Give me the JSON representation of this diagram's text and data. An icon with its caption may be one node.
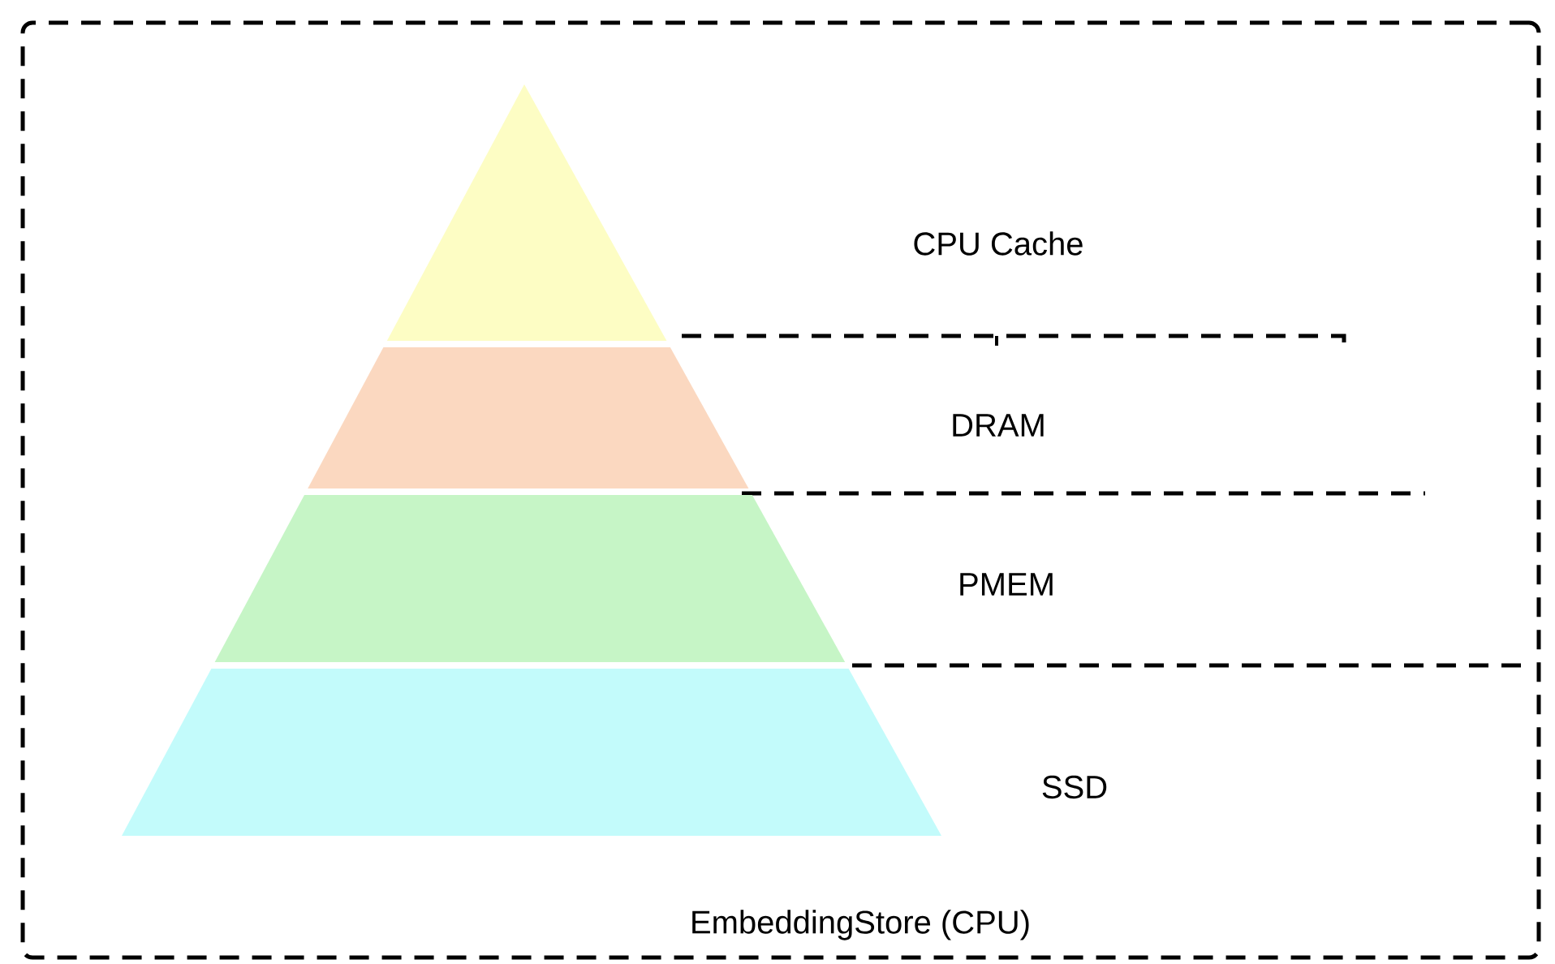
{
  "diagram": {
    "nodes": [
      {
        "text": [
          "EmbeddingStore (CPU)"
        ]
      },
      {
        "text": [],
        "shape": "band",
        "in": 0
      },
      {
        "text": [],
        "shape": "band",
        "in": 0
      },
      {
        "text": [],
        "shape": "band",
        "in": 0
      },
      {
        "text": [],
        "shape": "band",
        "in": 0
      }
    ],
    "labels": [
      "CPU Cache",
      "DRAM",
      "PMEM",
      "SSD"
    ]
  }
}
